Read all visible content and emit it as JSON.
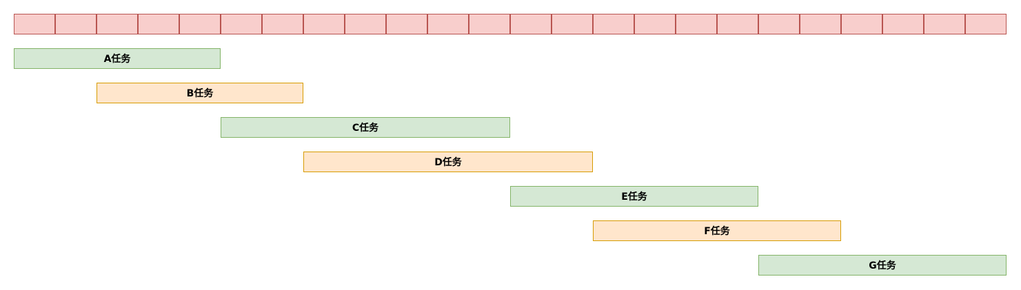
{
  "timeline": {
    "cell_count": 24,
    "fill": "#f8cecc",
    "stroke": "#b85450"
  },
  "tasks": [
    {
      "label": "A任务",
      "start": 0,
      "span": 5,
      "color": "green"
    },
    {
      "label": "B任务",
      "start": 2,
      "span": 5,
      "color": "orange"
    },
    {
      "label": "C任务",
      "start": 5,
      "span": 7,
      "color": "green"
    },
    {
      "label": "D任务",
      "start": 7,
      "span": 7,
      "color": "orange"
    },
    {
      "label": "E任务",
      "start": 12,
      "span": 6,
      "color": "green"
    },
    {
      "label": "F任务",
      "start": 14,
      "span": 6,
      "color": "orange"
    },
    {
      "label": "G任务",
      "start": 18,
      "span": 6,
      "color": "green"
    }
  ],
  "palette": {
    "green_fill": "#d5e8d4",
    "green_stroke": "#82b366",
    "orange_fill": "#ffe6cc",
    "orange_stroke": "#d79b00"
  }
}
